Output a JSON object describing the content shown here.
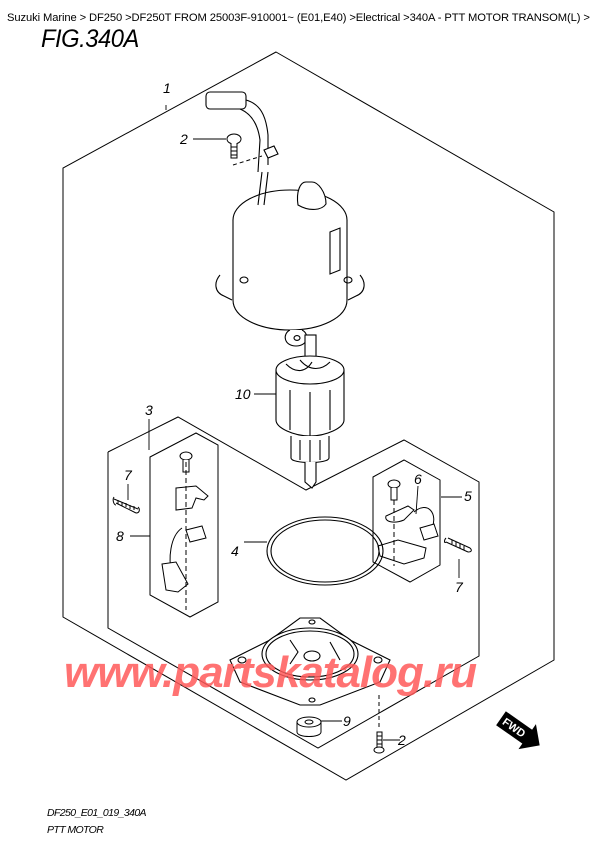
{
  "breadcrumb": {
    "items": [
      "Suzuki Marine",
      "DF250",
      "DF250T FROM 25003F-910001~ (E01,E40)",
      "Electrical",
      "340A - PTT MOTOR TRANSOM(L)"
    ],
    "separator": " > ",
    "text": "Suzuki Marine > DF250 >DF250T FROM 25003F-910001~ (E01,E40) >Electrical >340A - PTT MOTOR TRANSOM(L) >"
  },
  "figure": {
    "title": "FIG.340A",
    "code": "DF250_E01_019_340A",
    "name": "PTT MOTOR"
  },
  "callouts": [
    {
      "num": "1",
      "part": "ptt-motor-assembly"
    },
    {
      "num": "2",
      "part": "screw-top"
    },
    {
      "num": "2",
      "part": "screw-bottom"
    },
    {
      "num": "3",
      "part": "brush-holder-set"
    },
    {
      "num": "4",
      "part": "o-ring"
    },
    {
      "num": "5",
      "part": "brush-set-right"
    },
    {
      "num": "6",
      "part": "brush-lead"
    },
    {
      "num": "7",
      "part": "spring-left"
    },
    {
      "num": "7",
      "part": "spring-right"
    },
    {
      "num": "8",
      "part": "brush-set-left"
    },
    {
      "num": "9",
      "part": "bushing"
    },
    {
      "num": "10",
      "part": "armature"
    }
  ],
  "fwd_label": "FWD",
  "watermark": "www.partskatalog.ru",
  "colors": {
    "line": "#000000",
    "watermark": "#ff5a5a",
    "background": "#ffffff"
  }
}
